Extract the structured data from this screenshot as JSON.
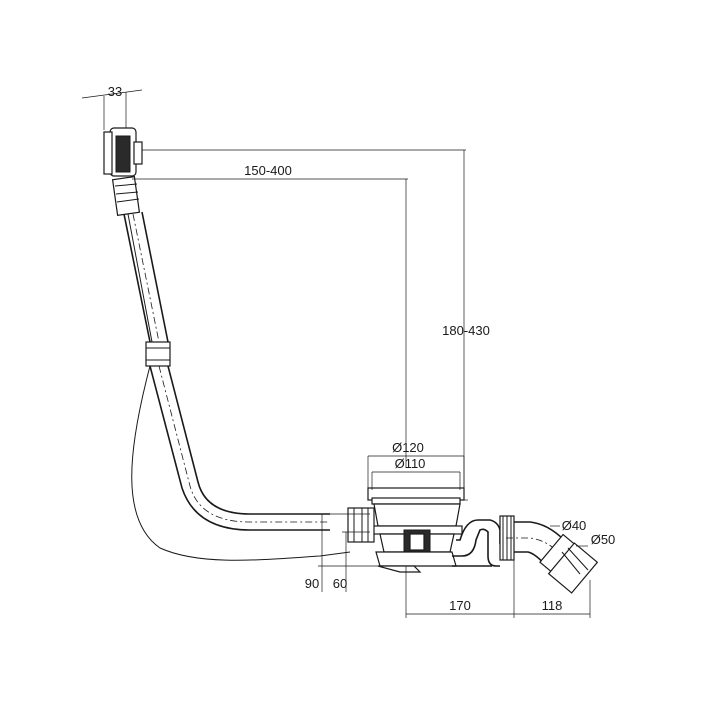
{
  "drawing": {
    "dims": {
      "overflow_width": "33",
      "horizontal_reach": "150-400",
      "vertical_range": "180-430",
      "dia_outer": "Ø120",
      "dia_inner": "Ø110",
      "height_total": "90",
      "height_trap": "60",
      "outlet_distance": "170",
      "outlet_length": "118",
      "pipe_dia_small": "Ø40",
      "pipe_dia_large": "Ø50"
    }
  }
}
